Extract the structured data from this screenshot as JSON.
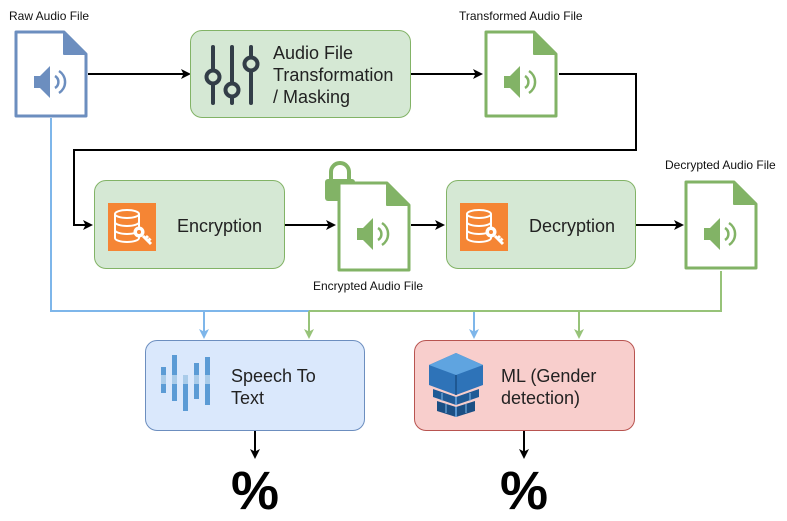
{
  "files": {
    "raw": "Raw Audio File",
    "transformed": "Transformed Audio File",
    "encrypted": "Encrypted Audio File",
    "decrypted": "Decrypted Audio File"
  },
  "steps": {
    "transform": [
      "Audio File",
      "Transformation",
      "/ Masking"
    ],
    "encryption": "Encryption",
    "decryption": "Decryption",
    "speech": [
      "Speech To",
      "Text"
    ],
    "ml": [
      "ML (Gender",
      "detection)"
    ]
  },
  "outputs": {
    "speech_result": "%",
    "ml_result": "%"
  },
  "colors": {
    "raw_file": "#6c8ebf",
    "processed_file": "#82b366",
    "blue_line": "#7eb6ea",
    "green_line": "#97c379"
  }
}
